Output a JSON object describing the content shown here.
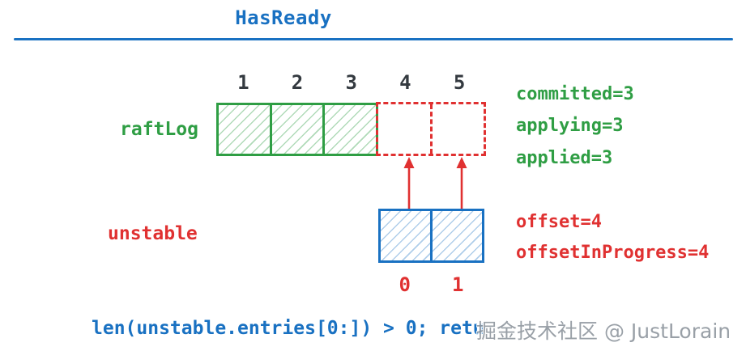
{
  "title": "HasReady",
  "colors": {
    "accent_blue": "#1971c2",
    "green": "#2f9e44",
    "red": "#e03131",
    "index_text": "#343a40",
    "watermark_gray": "#8f969e"
  },
  "raftlog": {
    "label": "raftLog",
    "indices": [
      "1",
      "2",
      "3",
      "4",
      "5"
    ],
    "stats": {
      "committed": "committed=3",
      "applying": "applying=3",
      "applied": "applied=3"
    }
  },
  "unstable": {
    "label": "unstable",
    "indices": [
      "0",
      "1"
    ],
    "stats": {
      "offset": "offset=4",
      "offset_in_progress": "offsetInProgress=4"
    }
  },
  "code_line": "len(unstable.entries[0:]) > 0; retu",
  "watermark": "掘金技术社区 @ JustLorain"
}
